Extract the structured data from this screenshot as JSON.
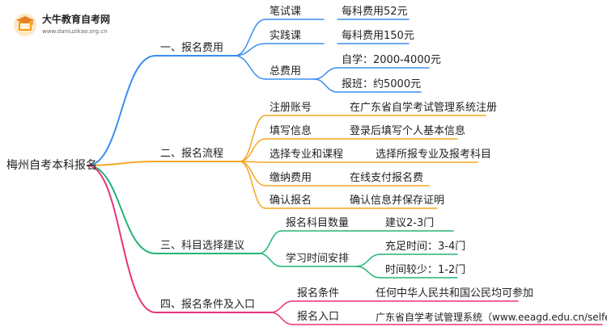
{
  "logo": {
    "name": "大牛教育自考网",
    "url": "www.daniuzikao.org.cn"
  },
  "root": "梅州自考本科报名",
  "branches": [
    {
      "label": "一、报名费用",
      "color": "#3b8df0",
      "children": [
        {
          "label": "笔试课",
          "leaf": "每科费用52元"
        },
        {
          "label": "实践课",
          "leaf": "每科费用150元"
        },
        {
          "label": "总费用",
          "leaves": [
            "自学：2000-4000元",
            "报班：约5000元"
          ]
        }
      ]
    },
    {
      "label": "二、报名流程",
      "color": "#f5a623",
      "children": [
        {
          "label": "注册账号",
          "leaf": "在广东省自学考试管理系统注册"
        },
        {
          "label": "填写信息",
          "leaf": "登录后填写个人基本信息"
        },
        {
          "label": "选择专业和课程",
          "leaf": "选择所报专业及报考科目"
        },
        {
          "label": "缴纳费用",
          "leaf": "在线支付报名费"
        },
        {
          "label": "确认报名",
          "leaf": "确认信息并保存证明"
        }
      ]
    },
    {
      "label": "三、科目选择建议",
      "color": "#22b573",
      "children": [
        {
          "label": "报名科目数量",
          "leaf": "建议2-3门"
        },
        {
          "label": "学习时间安排",
          "leaves": [
            "充足时间：3-4门",
            "时间较少：1-2门"
          ]
        }
      ]
    },
    {
      "label": "四、报名条件及入口",
      "color": "#e8327c",
      "children": [
        {
          "label": "报名条件",
          "leaf": "任何中华人民共和国公民均可参加"
        },
        {
          "label": "报名入口",
          "leaf": "广东省自学考试管理系统（www.eeagd.edu.cn/selfec/）"
        }
      ]
    }
  ]
}
